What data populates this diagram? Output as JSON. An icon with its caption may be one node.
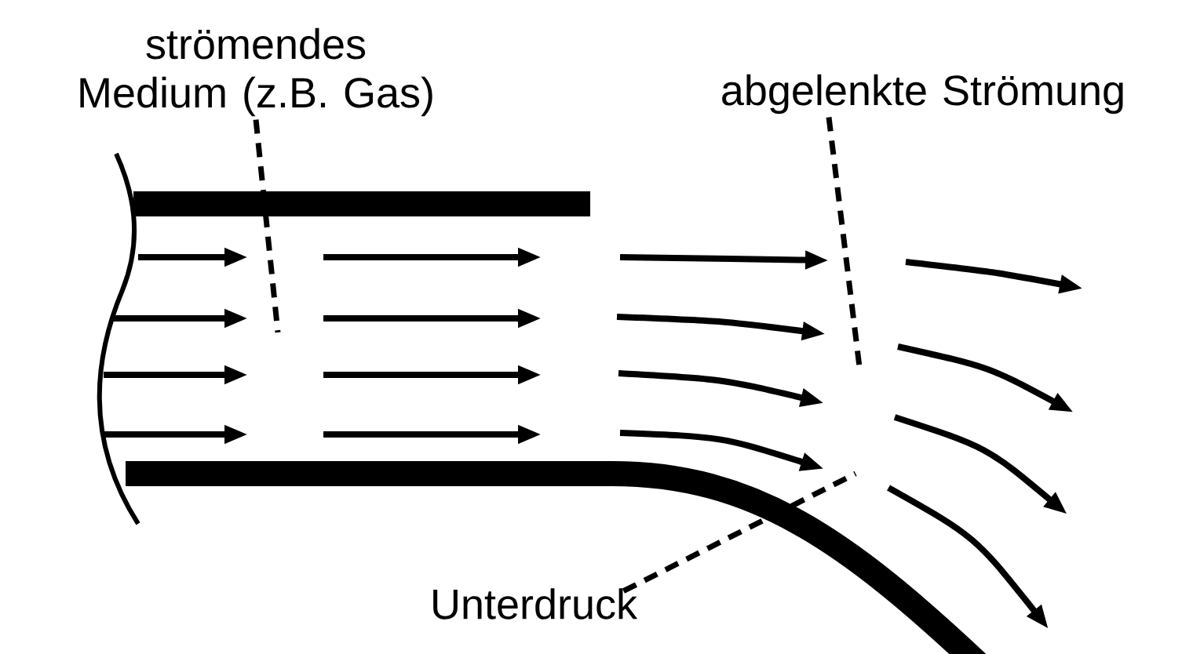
{
  "diagram": {
    "nodes": [
      {
        "text": [
          "strömendes Medium (z.B. Gas)"
        ]
      },
      {
        "text": [
          "abgelenkte Strömung"
        ]
      },
      {
        "text": [
          "Unterdruck"
        ]
      }
    ],
    "edges": [
      {
        "from": 0,
        "to": null,
        "arrow": "none",
        "style": "dashed"
      },
      {
        "from": 1,
        "to": null,
        "arrow": "none",
        "style": "dashed"
      },
      {
        "from": 2,
        "to": null,
        "arrow": "none",
        "style": "dashed"
      }
    ]
  }
}
